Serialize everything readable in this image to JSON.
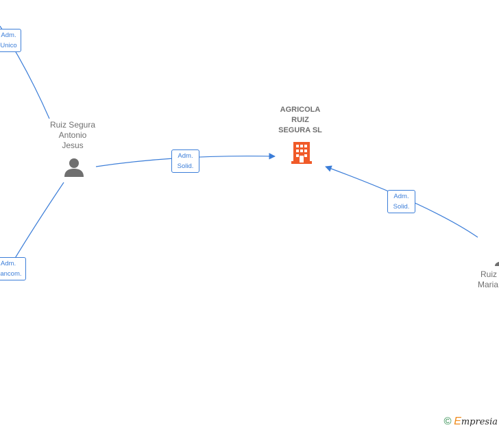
{
  "colors": {
    "edge": "#3b7dd8",
    "company_icon": "#f05a28",
    "person_icon": "#6f6f6f",
    "footer_copyright": "#2a8a4a",
    "footer_brand_accent": "#f08c1e"
  },
  "nodes": {
    "company": {
      "name_lines": [
        "AGRICOLA",
        "RUIZ",
        "SEGURA  SL"
      ],
      "icon": "building-icon"
    },
    "person_main": {
      "name_lines": [
        "Ruiz Segura",
        "Antonio",
        "Jesus"
      ],
      "icon": "person-icon"
    },
    "person_right": {
      "name_lines": [
        "Ruiz",
        "Maria"
      ],
      "icon": "person-icon"
    }
  },
  "edges": {
    "top_left": {
      "lines": [
        "Adm.",
        "Unico"
      ]
    },
    "bottom_left": {
      "lines": [
        "Adm.",
        "Mancom."
      ]
    },
    "main_to_company": {
      "lines": [
        "Adm.",
        "Solid."
      ]
    },
    "right_to_company": {
      "lines": [
        "Adm.",
        "Solid."
      ]
    }
  },
  "footer": {
    "copyright": "©",
    "brand_initial": "E",
    "brand_rest": "mpresia"
  }
}
